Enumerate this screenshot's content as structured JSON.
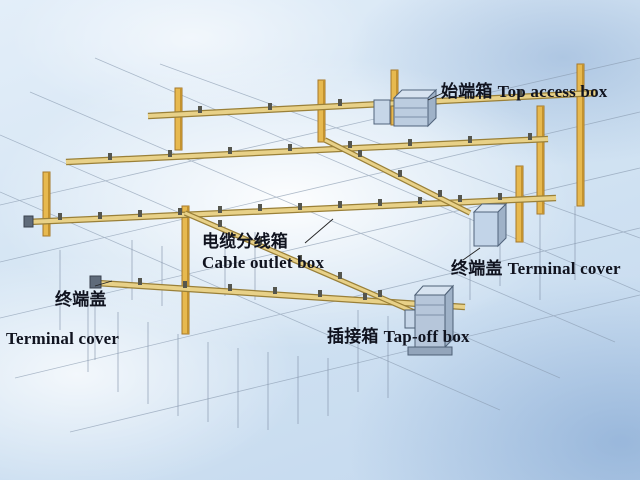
{
  "labels": {
    "top_access": {
      "zh": "始端箱",
      "en": "Top access box"
    },
    "cable_outlet": {
      "zh": "电缆分线箱",
      "en": "Cable outlet box"
    },
    "terminal_cover_right": {
      "zh": "终端盖",
      "en": "Terminal cover"
    },
    "terminal_cover_left": {
      "zh": "终端盖",
      "en": "Terminal cover"
    },
    "tap_off": {
      "zh": "插接箱",
      "en": "Tap-off box"
    }
  },
  "colors": {
    "column_fill": "#e7b94f",
    "column_edge": "#a5782a",
    "rail_light": "#e8d188",
    "rail_dark": "#9a8038",
    "box_face": "#bccde0",
    "box_top": "#d7e3f0",
    "box_side": "#9fb2c8",
    "grid_line": "#8a9bb0",
    "label_text": "#10131f",
    "sky": "#d3e4f3"
  }
}
